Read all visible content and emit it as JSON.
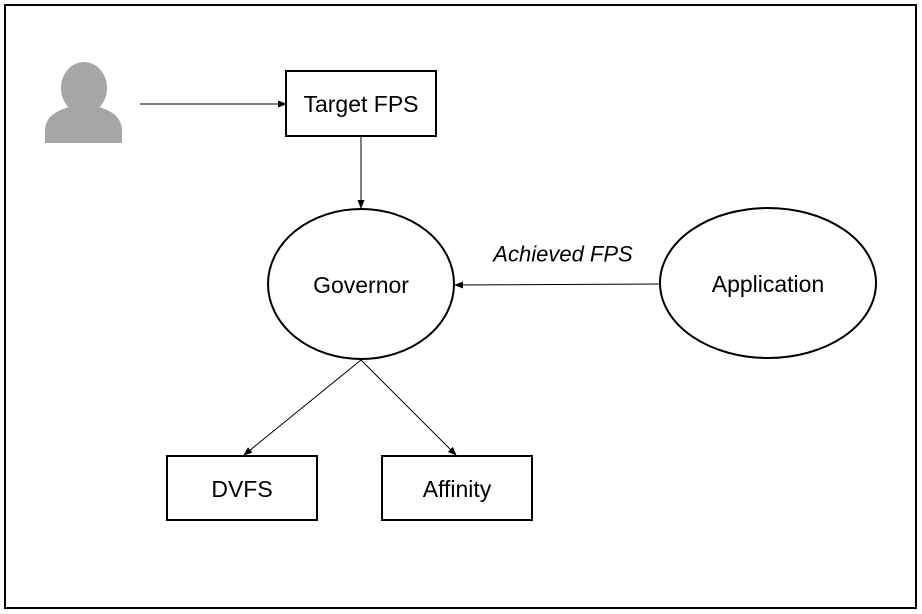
{
  "diagram": {
    "nodes": {
      "user": {
        "icon": "user-silhouette-icon",
        "color": "#a6a6a6"
      },
      "target_fps": {
        "label": "Target FPS"
      },
      "governor": {
        "label": "Governor"
      },
      "application": {
        "label": "Application"
      },
      "dvfs": {
        "label": "DVFS"
      },
      "affinity": {
        "label": "Affinity"
      }
    },
    "edges": {
      "user_to_target_fps": {
        "from": "user",
        "to": "target_fps"
      },
      "target_fps_to_governor": {
        "from": "target_fps",
        "to": "governor"
      },
      "application_to_governor": {
        "from": "application",
        "to": "governor",
        "label": "Achieved FPS"
      },
      "governor_to_dvfs": {
        "from": "governor",
        "to": "dvfs"
      },
      "governor_to_affinity": {
        "from": "governor",
        "to": "affinity"
      }
    },
    "colors": {
      "stroke": "#000000",
      "background": "#ffffff",
      "user_icon": "#a6a6a6"
    }
  }
}
